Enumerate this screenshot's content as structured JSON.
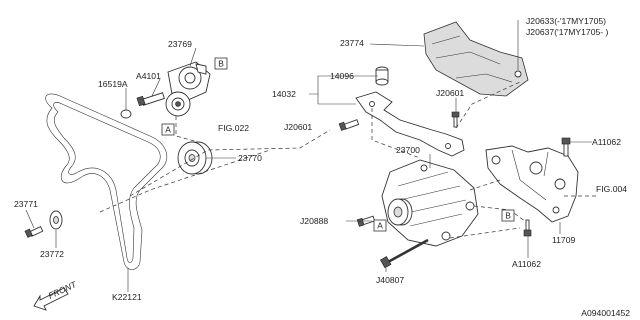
{
  "diagram": {
    "part_labels": {
      "p23769": "23769",
      "p23774": "23774",
      "j20633": "J20633(-'17MY1705)",
      "j20637": "J20637('17MY1705- )",
      "a4101": "A4101",
      "p16519a": "16519A",
      "p14096": "14096",
      "p14032": "14032",
      "j20601a": "J20601",
      "j20601b": "J20601",
      "fig022": "FIG.022",
      "p23770": "23770",
      "p23700": "23700",
      "a11062a": "A11062",
      "a11062b": "A11062",
      "fig004": "FIG.004",
      "p23771": "23771",
      "p23772": "23772",
      "j20888": "J20888",
      "p11709": "11709",
      "j40807": "J40807",
      "k22121": "K22121",
      "front": "FRONT",
      "diagram_id": "A094001452"
    },
    "ref_markers": {
      "a1": "A",
      "a2": "A",
      "b1": "B",
      "b2": "B"
    }
  }
}
